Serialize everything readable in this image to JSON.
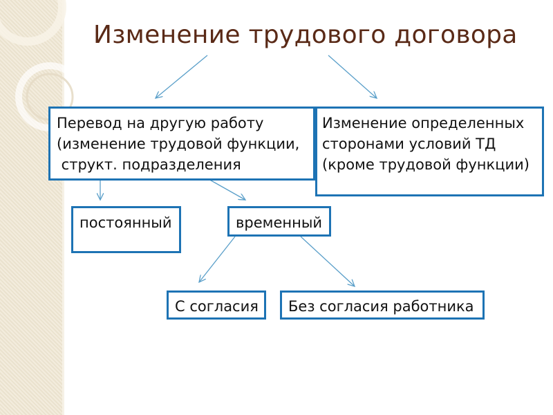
{
  "title": "Изменение трудового договора",
  "nodes": {
    "transfer": "Перевод на другую работу\n(изменение трудовой функции,\n структ. подразделения",
    "other_changes": "Изменение определенных\nсторонами условий ТД\n(кроме трудовой функции)",
    "permanent": "постоянный",
    "temporary": "временный",
    "with_consent": "С согласия",
    "without_consent": "Без согласия работника"
  },
  "colors": {
    "title": "#5a2a17",
    "box_border": "#1d73b4",
    "arrow": "#5a9fc9",
    "side_panel": "#efe6d2"
  }
}
